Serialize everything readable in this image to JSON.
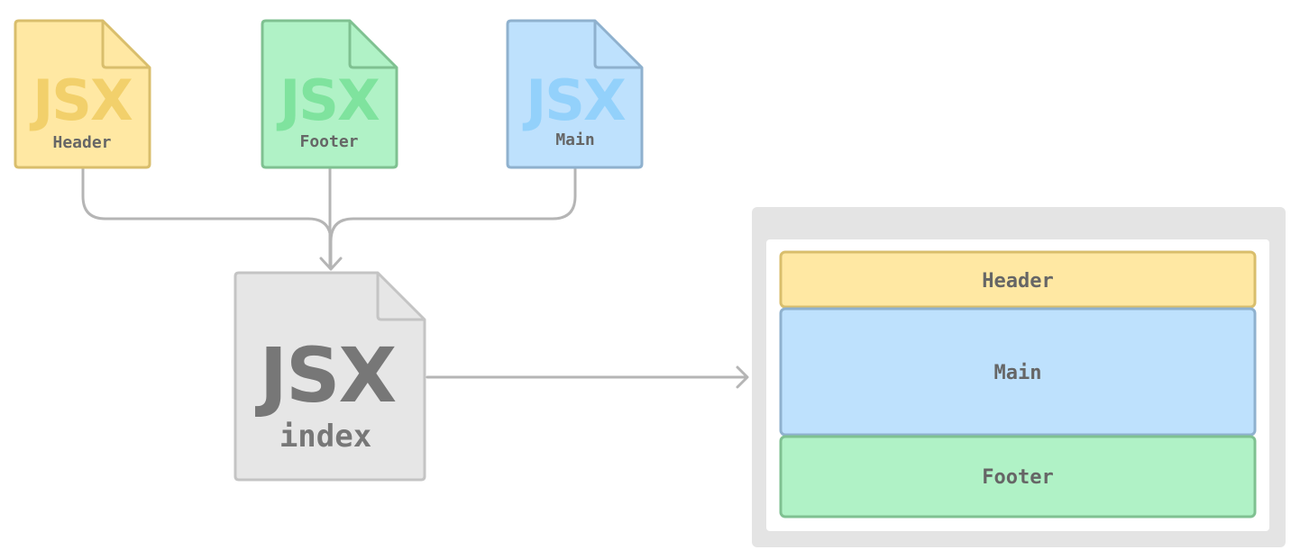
{
  "files": {
    "header": {
      "type_label": "JSX",
      "name": "Header",
      "fill": "#FFE8A3",
      "stroke": "#D9BE6C",
      "accent": "#F2D06B"
    },
    "footer": {
      "type_label": "JSX",
      "name": "Footer",
      "fill": "#B0F2C6",
      "stroke": "#7FC191",
      "accent": "#7FE39E"
    },
    "main": {
      "type_label": "JSX",
      "name": "Main",
      "fill": "#BEE1FD",
      "stroke": "#8FB1CE",
      "accent": "#93D1FB"
    },
    "index": {
      "type_label": "JSX",
      "name": "index",
      "fill": "#E6E6E6",
      "stroke": "#C4C4C4",
      "accent": "#777777"
    }
  },
  "rendered_page": {
    "frame_color": "#E4E4E4",
    "sections": {
      "header": "Header",
      "main": "Main",
      "footer": "Footer"
    }
  },
  "connector_color": "#B5B5B5",
  "label_color": "#666666"
}
